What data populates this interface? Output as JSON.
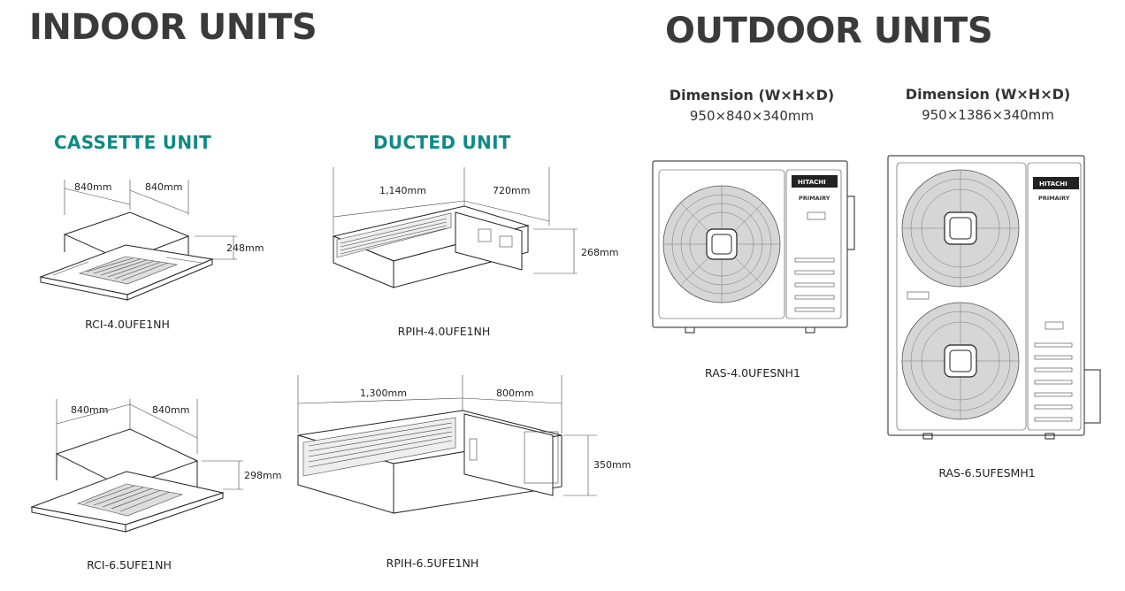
{
  "indoor": {
    "title": "INDOOR UNITS",
    "cassette_title": "CASSETTE UNIT",
    "ducted_title": "DUCTED UNIT",
    "cassette_small": {
      "w": "840mm",
      "d": "840mm",
      "h": "248mm",
      "model": "RCI-4.0UFE1NH"
    },
    "cassette_large": {
      "w": "840mm",
      "d": "840mm",
      "h": "298mm",
      "model": "RCI-6.5UFE1NH"
    },
    "ducted_small": {
      "w": "1,140mm",
      "d": "720mm",
      "h": "268mm",
      "model": "RPIH-4.0UFE1NH"
    },
    "ducted_large": {
      "w": "1,300mm",
      "d": "800mm",
      "h": "350mm",
      "model": "RPIH-6.5UFE1NH"
    }
  },
  "outdoor": {
    "title": "OUTDOOR UNITS",
    "unit_small": {
      "dim_label": "Dimension (W×H×D)",
      "dim_value": "950×840×340mm",
      "model": "RAS-4.0UFESNH1",
      "brand": "HITACHI",
      "series": "PRIMAIRY"
    },
    "unit_large": {
      "dim_label": "Dimension (W×H×D)",
      "dim_value": "950×1386×340mm",
      "model": "RAS-6.5UFESMH1",
      "brand": "HITACHI",
      "series": "PRIMAIRY"
    }
  },
  "icons": [
    "cassette-unit-icon",
    "ducted-unit-icon",
    "outdoor-unit-icon"
  ]
}
